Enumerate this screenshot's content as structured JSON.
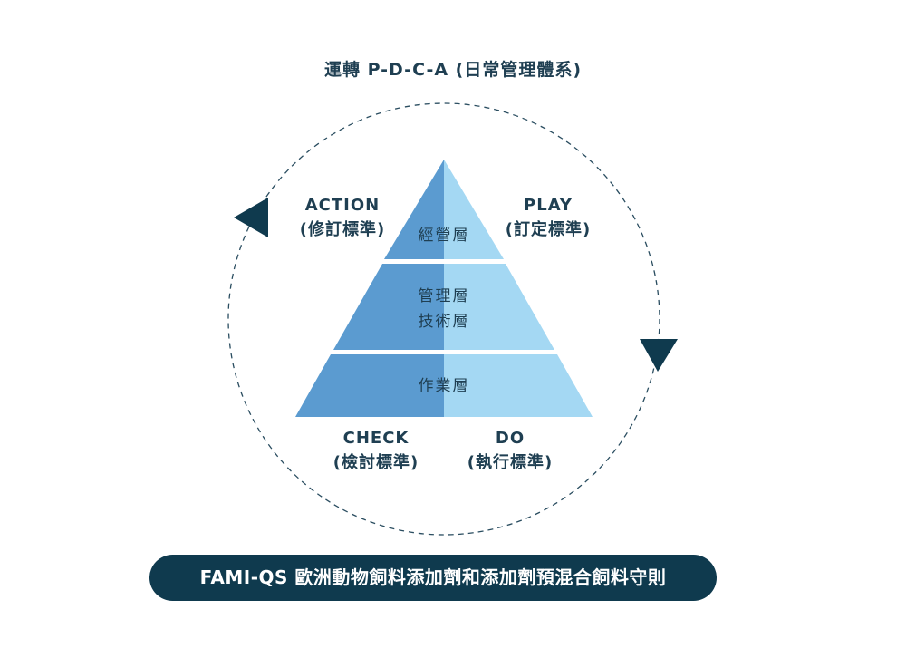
{
  "title": "運轉 P-D-C-A (日常管理體系)",
  "quadrants": {
    "action": {
      "label": "ACTION",
      "sub": "(修訂標準)"
    },
    "play": {
      "label": "PLAY",
      "sub": "(訂定標準)"
    },
    "check": {
      "label": "CHECK",
      "sub": "(檢討標準)"
    },
    "do": {
      "label": "DO",
      "sub": "(執行標準)"
    }
  },
  "pyramid": {
    "top": "經營層",
    "middle": [
      "管理層",
      "技術層"
    ],
    "bottom": "作業層"
  },
  "colors": {
    "dark_navy": "#0f3a4e",
    "text": "#1f3f52",
    "pyramid_left": "#5b9bd0",
    "pyramid_right": "#a4d8f3"
  },
  "banner": "FAMI-QS 歐洲動物飼料添加劑和添加劑預混合飼料守則"
}
